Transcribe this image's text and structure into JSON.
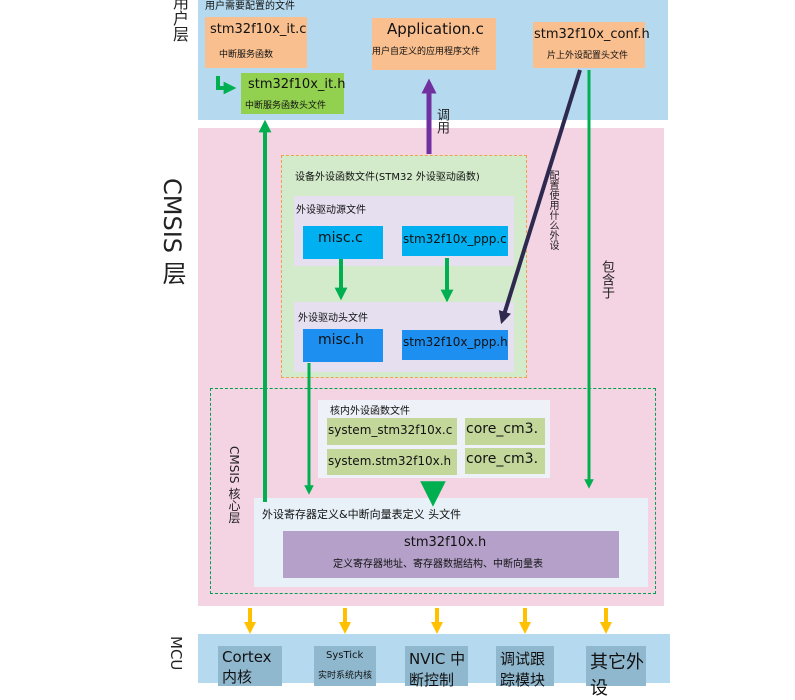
{
  "user_layer": {
    "label": "用户层",
    "note": "用户需要配置的文件",
    "it_c": {
      "name": "stm32f10x_it.c",
      "desc": "中断服务函数"
    },
    "application": {
      "name": "Application.c",
      "desc": "用户自定义的应用程序文件"
    },
    "conf_h": {
      "name": "stm32f10x_conf.h",
      "desc": "片上外设配置头文件"
    },
    "it_h": {
      "name": "stm32f10x_it.h",
      "desc": "中断服务函数头文件"
    }
  },
  "cmsis_layer": {
    "label": "CMSIS 层",
    "call_label": "调用",
    "config_label": "配置使用什么外设",
    "include_label": "包含于",
    "driver_group": {
      "title": "设备外设函数文件(STM32 外设驱动函数)",
      "source_title": "外设驱动源文件",
      "misc_c": "misc.c",
      "ppp_c": "stm32f10x_ppp.c",
      "header_title": "外设驱动头文件",
      "misc_h": "misc.h",
      "ppp_h": "stm32f10x_ppp.h"
    },
    "core_group": {
      "label": "CMSIS 核心层",
      "title": "核内外设函数文件",
      "system_c": "system_stm32f10x.c",
      "system_h": "system.stm32f10x.h",
      "core_c": "core_cm3.",
      "core_h": "core_cm3.",
      "reg_title": "外设寄存器定义&中断向量表定义 头文件",
      "stm32_h": "stm32f10x.h",
      "stm32_h_desc": "定义寄存器地址、寄存器数据结构、中断向量表"
    }
  },
  "mcu_layer": {
    "label": "MCU",
    "items": [
      {
        "name": "Cortex",
        "extra": "内核"
      },
      {
        "name": "SysTick",
        "extra": "实时系统内核"
      },
      {
        "name": "NVIC 中",
        "extra": "断控制"
      },
      {
        "name": "调试跟",
        "extra": "踪模块"
      },
      {
        "name": "其它外",
        "extra": "设"
      }
    ]
  },
  "colors": {
    "green_arrow": "#00b050",
    "purple_arrow": "#7030a0",
    "dark_arrow": "#2e2a4f",
    "orange_arrow": "#ffc000"
  }
}
